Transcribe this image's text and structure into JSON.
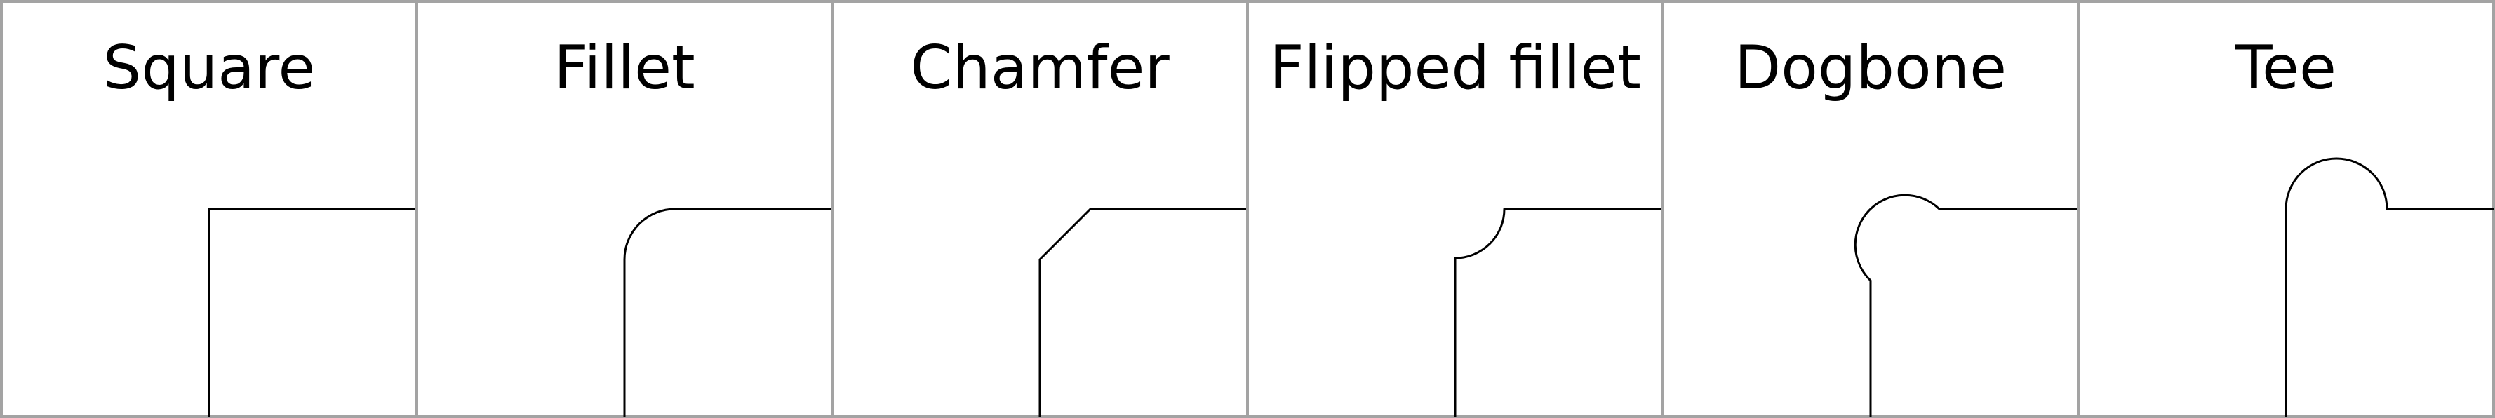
{
  "panels": [
    {
      "id": "square",
      "title": "Square",
      "shape": "square"
    },
    {
      "id": "fillet",
      "title": "Fillet",
      "shape": "fillet"
    },
    {
      "id": "chamfer",
      "title": "Chamfer",
      "shape": "chamfer"
    },
    {
      "id": "flipped-fillet",
      "title": "Flipped fillet",
      "shape": "flipped-fillet"
    },
    {
      "id": "dogbone",
      "title": "Dogbone",
      "shape": "dogbone"
    },
    {
      "id": "tee",
      "title": "Tee",
      "shape": "tee"
    }
  ],
  "colors": {
    "border": "#a3a3a3",
    "line": "#000000",
    "background": "#ffffff"
  }
}
